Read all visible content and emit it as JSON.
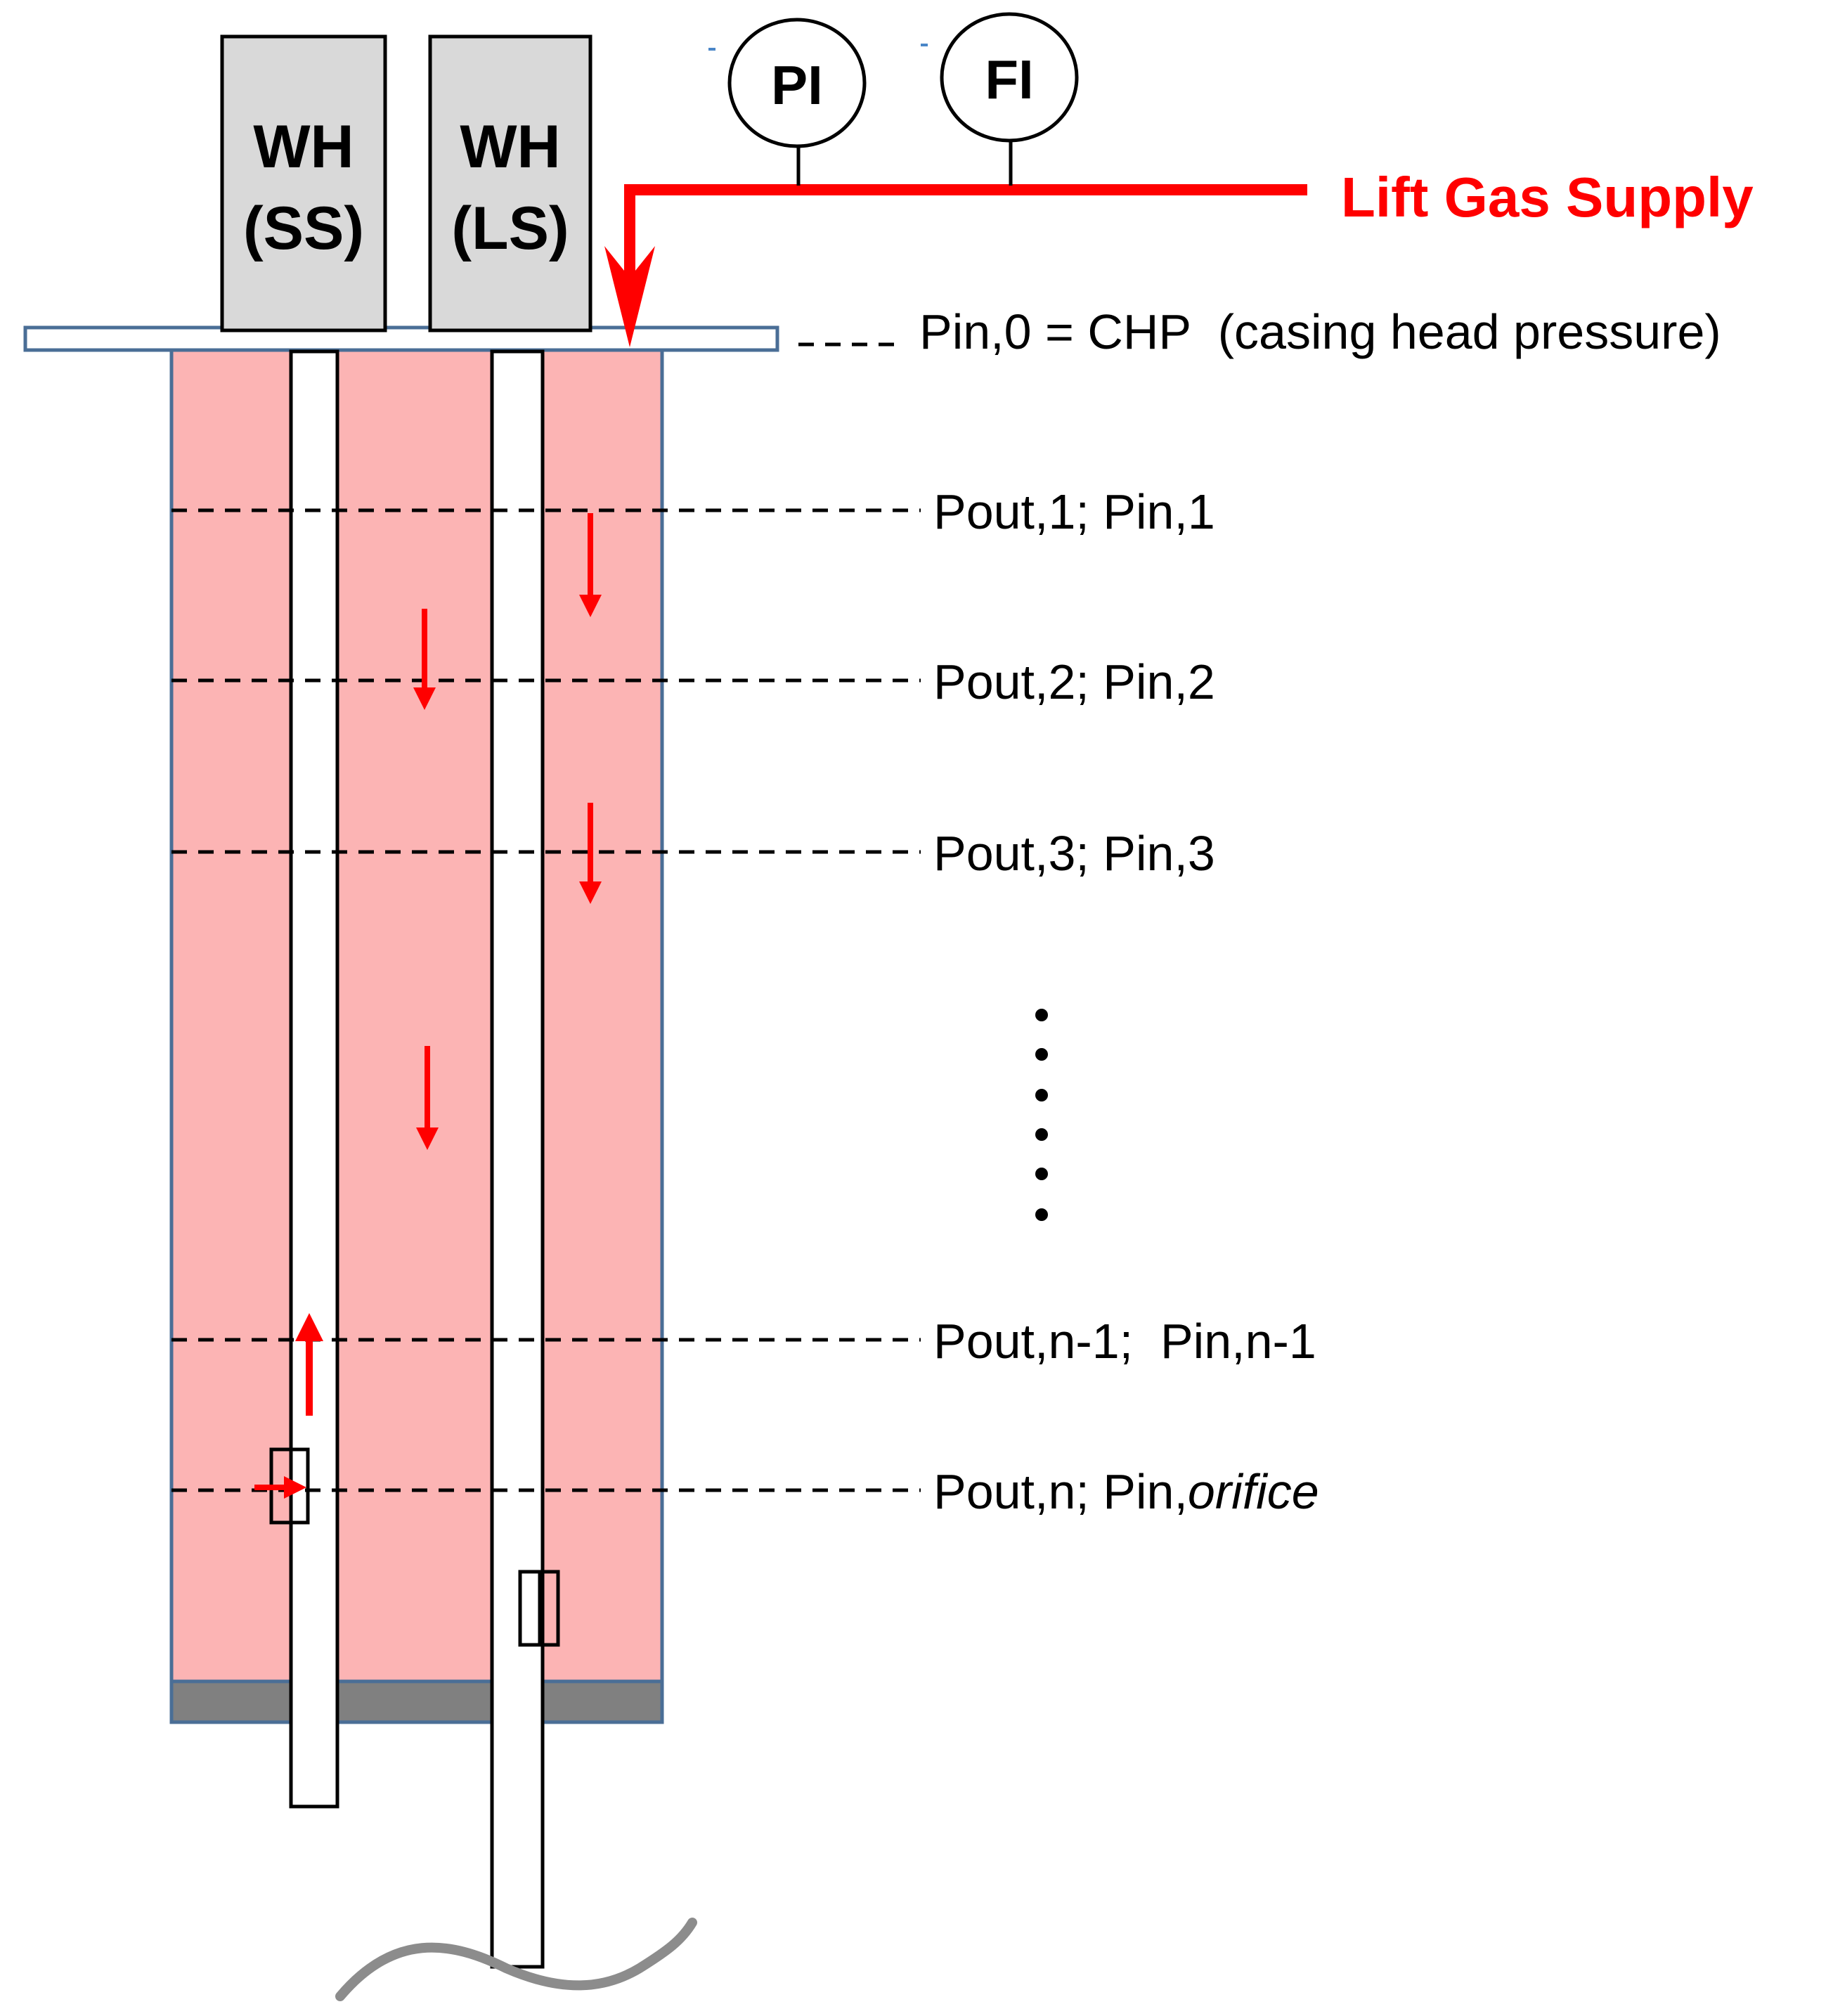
{
  "wellheads": [
    {
      "line1": "WH",
      "line2": "(SS)"
    },
    {
      "line1": "WH",
      "line2": "(LS)"
    }
  ],
  "instruments": [
    {
      "label": "PI"
    },
    {
      "label": "FI"
    }
  ],
  "lift_gas_label": "Lift Gas Supply",
  "chp_label": "Pin,0 = CHP  (casing head pressure)",
  "pressure_levels": [
    {
      "label": "Pout,1; Pin,1"
    },
    {
      "label": "Pout,2; Pin,2"
    },
    {
      "label": "Pout,3; Pin,3"
    },
    {
      "label": "Pout,n-1;  Pin,n-1"
    },
    {
      "label_main": "Pout,n; Pin,",
      "label_italic": "orifice"
    }
  ],
  "colors": {
    "annulus_fill": "#FCB4B4",
    "casing_border": "#4A6E96",
    "flow_arrow": "#FF0000",
    "packer": "#808080",
    "wellhead_fill": "#D9D9D9",
    "formation_line": "#8C8C8C"
  }
}
